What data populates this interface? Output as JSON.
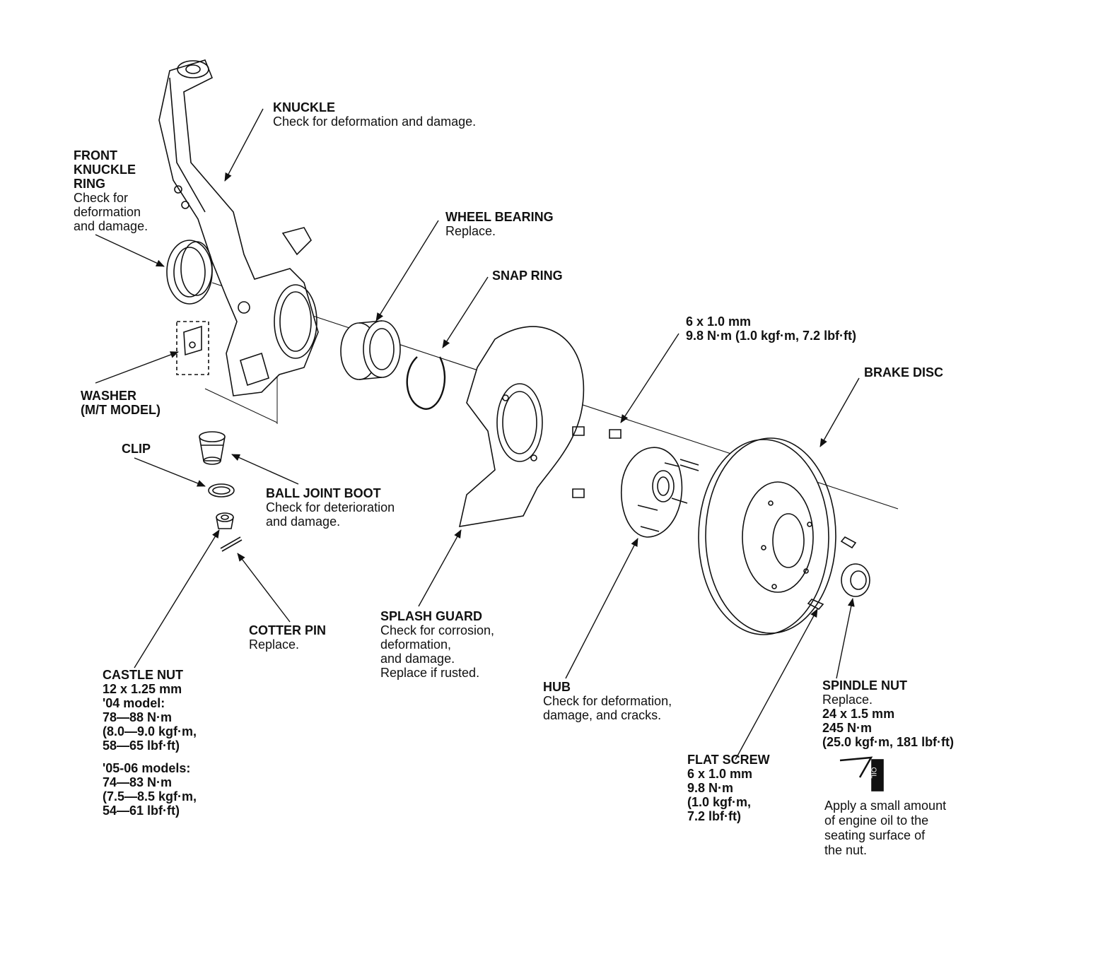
{
  "labels": {
    "knuckle": {
      "title": "KNUCKLE",
      "desc": "Check for deformation and damage."
    },
    "front_knuckle_ring": {
      "title_lines": [
        "FRONT",
        "KNUCKLE",
        "RING"
      ],
      "desc_lines": [
        "Check for",
        "deformation",
        "and damage."
      ]
    },
    "wheel_bearing": {
      "title": "WHEEL BEARING",
      "desc": "Replace."
    },
    "snap_ring": {
      "title": "SNAP RING"
    },
    "bolt_spec": {
      "lines": [
        "6 x 1.0 mm",
        "9.8 N·m (1.0 kgf·m, 7.2 lbf·ft)"
      ]
    },
    "brake_disc": {
      "title": "BRAKE DISC"
    },
    "washer": {
      "title_lines": [
        "WASHER",
        "(M/T MODEL)"
      ]
    },
    "clip": {
      "title": "CLIP"
    },
    "ball_joint_boot": {
      "title": "BALL JOINT BOOT",
      "desc_lines": [
        "Check for deterioration",
        "and damage."
      ]
    },
    "cotter_pin": {
      "title": "COTTER PIN",
      "desc": "Replace."
    },
    "splash_guard": {
      "title": "SPLASH GUARD",
      "desc_lines": [
        "Check for corrosion,",
        "deformation,",
        "and damage.",
        "Replace if rusted."
      ]
    },
    "castle_nut": {
      "title": "CASTLE NUT",
      "lines_04": [
        "12 x 1.25 mm",
        "'04 model:",
        "78—88 N·m",
        "(8.0—9.0 kgf·m,",
        "58—65 lbf·ft)"
      ],
      "lines_05": [
        "'05-06 models:",
        "74—83 N·m",
        "(7.5—8.5 kgf·m,",
        "54—61 lbf·ft)"
      ]
    },
    "hub": {
      "title": "HUB",
      "desc_lines": [
        "Check for deformation,",
        "damage, and cracks."
      ]
    },
    "flat_screw": {
      "title": "FLAT SCREW",
      "lines": [
        "6 x 1.0 mm",
        "9.8 N·m",
        "(1.0 kgf·m,",
        "7.2 lbf·ft)"
      ]
    },
    "spindle_nut": {
      "title": "SPINDLE NUT",
      "desc": "Replace.",
      "lines": [
        "24 x 1.5 mm",
        "245 N·m",
        "(25.0 kgf·m, 181 lbf·ft)"
      ]
    },
    "oil_note": {
      "can_text": "OIL",
      "lines": [
        "Apply a small amount",
        "of engine oil to the",
        "seating surface of",
        "the nut."
      ]
    }
  }
}
